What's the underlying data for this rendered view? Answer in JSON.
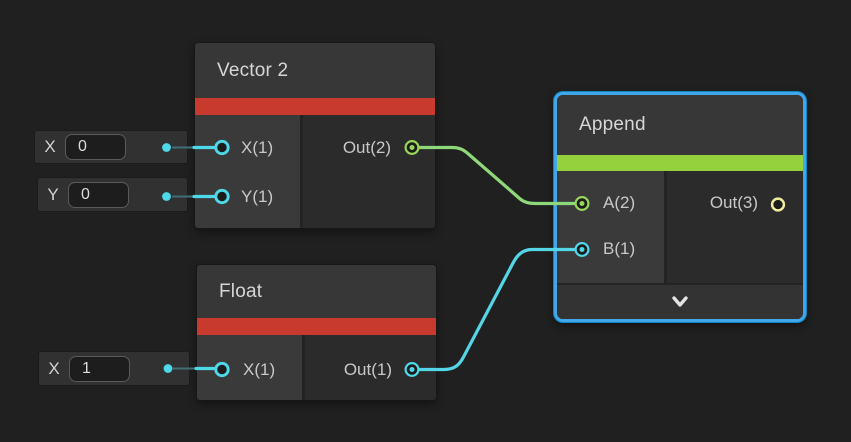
{
  "editor": {
    "background_color": "#202020",
    "selection_color": "#41a7e8"
  },
  "nodes": {
    "vector2": {
      "title": "Vector 2",
      "stripe_color": "#c73a2d",
      "inputs": [
        "X(1)",
        "Y(1)"
      ],
      "outputs": [
        "Out(2)"
      ]
    },
    "float": {
      "title": "Float",
      "stripe_color": "#c73a2d",
      "inputs": [
        "X(1)"
      ],
      "outputs": [
        "Out(1)"
      ]
    },
    "append": {
      "title": "Append",
      "stripe_color": "#95d13c",
      "selected": true,
      "inputs": [
        "A(2)",
        "B(1)"
      ],
      "outputs": [
        "Out(3)"
      ],
      "collapse_icon": "chevron-down"
    }
  },
  "widgets": [
    {
      "label": "X",
      "value": "0"
    },
    {
      "label": "Y",
      "value": "0"
    },
    {
      "label": "X",
      "value": "1"
    }
  ],
  "ports": {
    "scalar_color": "#4ed9e9",
    "vector2_color": "#9ad65a",
    "vector3_color": "#efec9b"
  },
  "wires": {
    "vec2_out_to_append_a_color": "#8ed87a",
    "float_out_to_append_b_color": "#55d6e6",
    "widget_stub_color": "#3f7076"
  }
}
